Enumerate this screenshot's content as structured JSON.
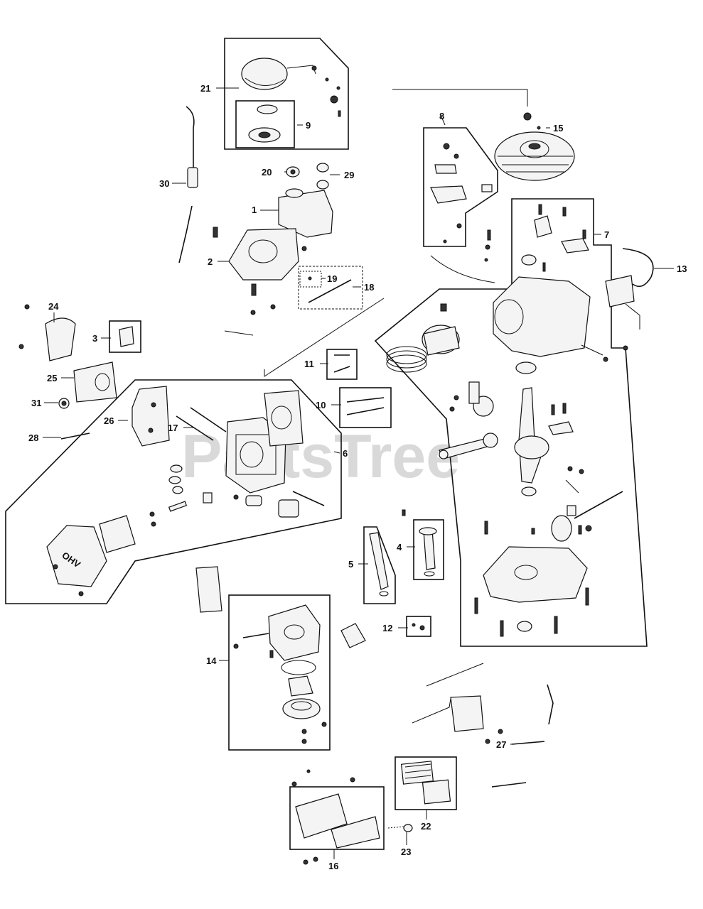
{
  "watermark": "PartsTree",
  "valve_cover_text": "OHV",
  "part_labels": [
    "1",
    "2",
    "3",
    "4",
    "5",
    "6",
    "7",
    "8",
    "9",
    "10",
    "11",
    "12",
    "13",
    "14",
    "15",
    "16",
    "17",
    "18",
    "19",
    "20",
    "21",
    "22",
    "23",
    "24",
    "25",
    "26",
    "27",
    "28",
    "29",
    "30",
    "31"
  ]
}
